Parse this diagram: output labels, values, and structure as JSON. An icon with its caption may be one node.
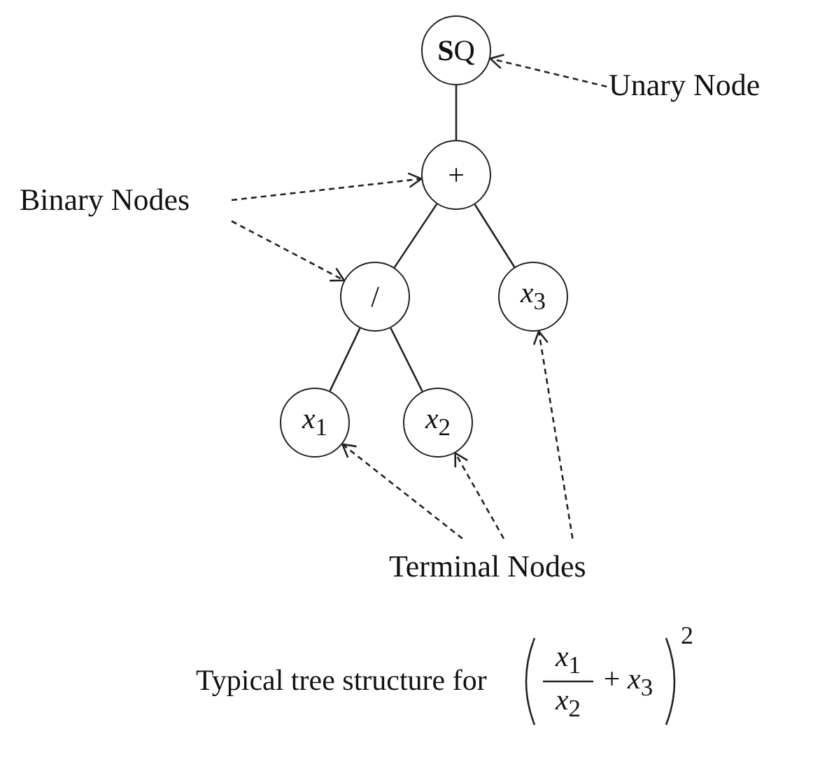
{
  "diagram": {
    "caption": "Typical tree structure for",
    "nodes": [
      {
        "text": [
          "**S**Q"
        ]
      },
      {
        "text": [
          "+"
        ]
      },
      {
        "text": [
          "/"
        ]
      },
      {
        "text": [
          "*x*$_{3}$"
        ]
      },
      {
        "text": [
          "*x*$_{1}$"
        ]
      },
      {
        "text": [
          "*x*$_{2}$"
        ]
      },
      {
        "text": [
          "Unary Node"
        ]
      },
      {
        "text": [
          "Binary Nodes"
        ]
      },
      {
        "text": [
          "Terminal Nodes"
        ]
      }
    ],
    "edges": [
      {
        "from": 0,
        "to": 1,
        "arrow": "none"
      },
      {
        "from": 1,
        "to": 2,
        "arrow": "none"
      },
      {
        "from": 1,
        "to": 3,
        "arrow": "none"
      },
      {
        "from": 2,
        "to": 4,
        "arrow": "none"
      },
      {
        "from": 2,
        "to": 5,
        "arrow": "none"
      },
      {
        "from": 6,
        "to": 0,
        "arrow": "to",
        "style": "dashed"
      },
      {
        "from": 7,
        "to": 1,
        "arrow": "to",
        "style": "dashed"
      },
      {
        "from": 7,
        "to": 2,
        "arrow": "to",
        "style": "dashed"
      },
      {
        "from": 8,
        "to": 4,
        "arrow": "to",
        "style": "dashed"
      },
      {
        "from": 8,
        "to": 5,
        "arrow": "to",
        "style": "dashed"
      },
      {
        "from": 8,
        "to": 3,
        "arrow": "to",
        "style": "dashed"
      }
    ],
    "labels": [
      "*x*$_{1}$",
      "*x*$_{2}$",
      "+ *x*$_{3}$",
      "2"
    ]
  }
}
